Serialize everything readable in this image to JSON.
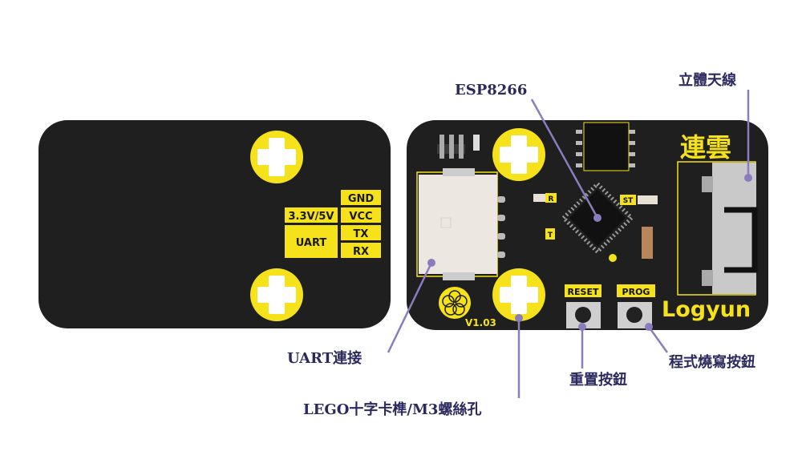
{
  "colors": {
    "board": "#1f1f1f",
    "silk": "#f5e21a",
    "callout": "#8b7dbd",
    "label": "#2b2a5e"
  },
  "back": {
    "pins": [
      "GND",
      "VCC",
      "TX",
      "RX"
    ],
    "power": "3.3V/5V",
    "uart": "UART"
  },
  "front": {
    "brand_cn": "連雲",
    "brand_en": "Logyun",
    "version": "V1.03",
    "reset": "RESET",
    "prog": "PROG",
    "st": "ST",
    "r": "R",
    "t": "T"
  },
  "callouts": {
    "esp": "ESP8266",
    "antenna": "立體天線",
    "uart": "UART連接",
    "lego": "LEGO十字卡榫/M3螺絲孔",
    "reset": "重置按鈕",
    "prog": "程式燒寫按鈕"
  }
}
